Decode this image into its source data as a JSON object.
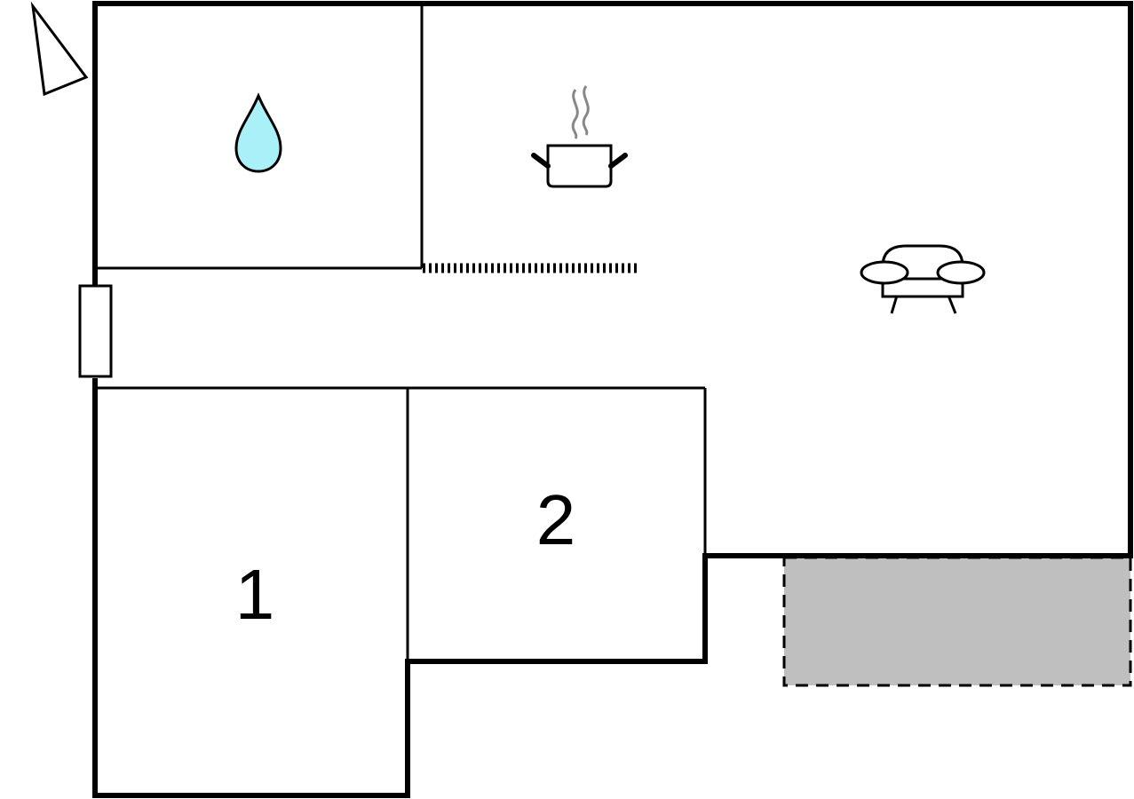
{
  "rooms": {
    "bedroom_1": {
      "label": "1"
    },
    "bedroom_2": {
      "label": "2"
    }
  },
  "icons": {
    "compass": "compass-icon",
    "bathroom": "water-drop-icon",
    "kitchen": "cooking-pot-icon",
    "living_room": "sofa-icon",
    "entrance": "door-icon",
    "terrace": "terrace-area"
  },
  "colors": {
    "wall": "#000000",
    "background": "#ffffff",
    "water_drop_fill": "#aaf0f8",
    "steam": "#888888",
    "terrace_fill": "#bfbfbf"
  }
}
